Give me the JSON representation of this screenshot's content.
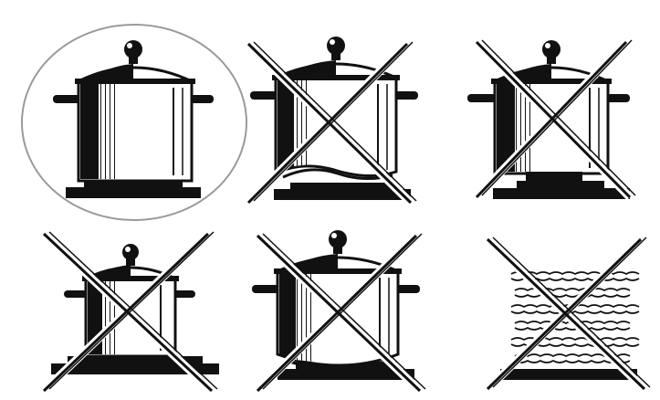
{
  "figure": {
    "panels": [
      {
        "id": "correct-pot",
        "status": "correct",
        "condition": "pot-matches-burner",
        "marker": "circle"
      },
      {
        "id": "warped-bottom-pot",
        "status": "incorrect",
        "condition": "warped-base",
        "marker": "cross"
      },
      {
        "id": "pot-smaller-than-burner",
        "status": "incorrect",
        "condition": "small-base-on-large-burner",
        "marker": "cross"
      },
      {
        "id": "narrow-pot",
        "status": "incorrect",
        "condition": "small-pot-on-large-burner",
        "marker": "cross"
      },
      {
        "id": "rounded-bottom-pot",
        "status": "incorrect",
        "condition": "convex-base",
        "marker": "cross"
      },
      {
        "id": "no-pot-flames",
        "status": "incorrect",
        "condition": "burner-on-without-pot",
        "marker": "cross"
      }
    ],
    "colors": {
      "ink": "#111111",
      "paper": "#ffffff",
      "circle": "#9a9a9a"
    }
  }
}
